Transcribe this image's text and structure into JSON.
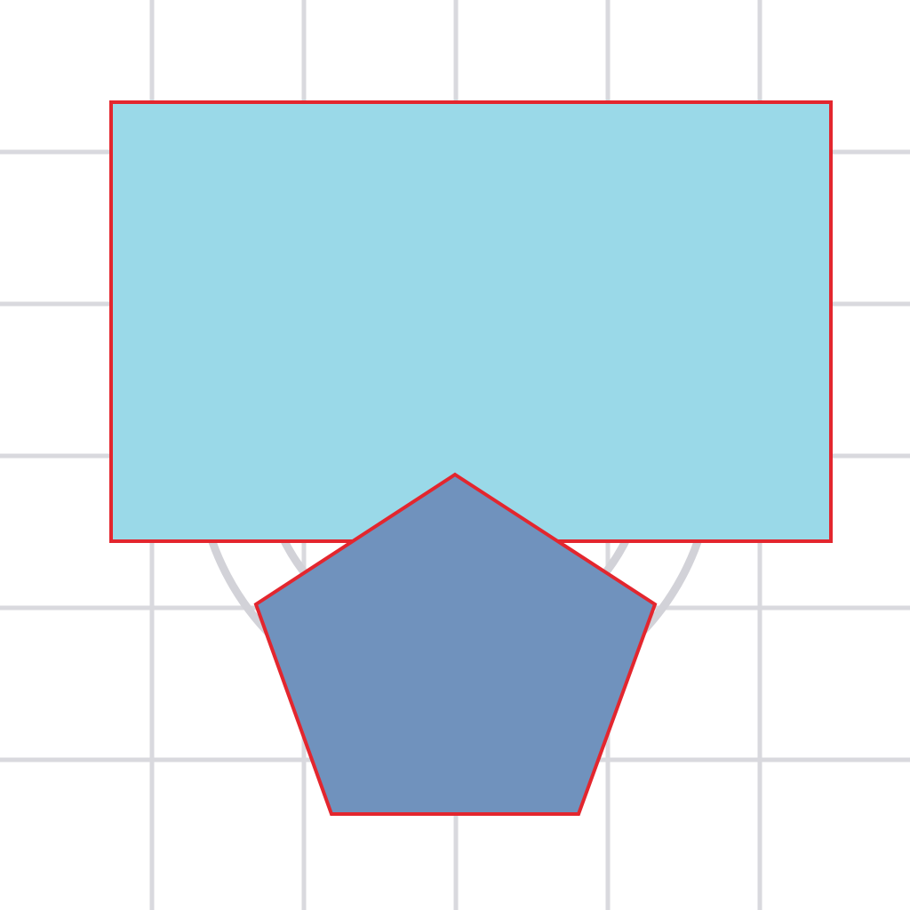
{
  "scene": {
    "shapes": [
      "grid",
      "circle-arcs",
      "rectangle",
      "pentagon"
    ],
    "colors": {
      "background": "#ffffff",
      "grid_line": "#d9d9de",
      "arc_stroke": "#d2d2d8",
      "rectangle_fill": "#9ad9e8",
      "pentagon_fill": "#7092bd",
      "outline": "#e3262e"
    }
  }
}
